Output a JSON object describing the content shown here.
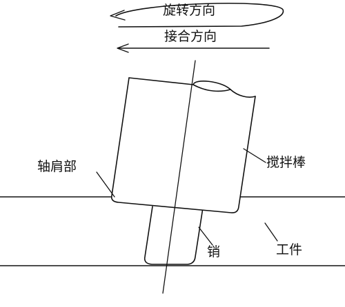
{
  "labels": {
    "rotation_direction": "旋转方向",
    "joining_direction": "接合方向",
    "shoulder": "轴肩部",
    "stir_rod": "搅拌棒",
    "pin": "销",
    "workpiece": "工件"
  },
  "colors": {
    "stroke": "#111111",
    "background": "#ffffff"
  }
}
